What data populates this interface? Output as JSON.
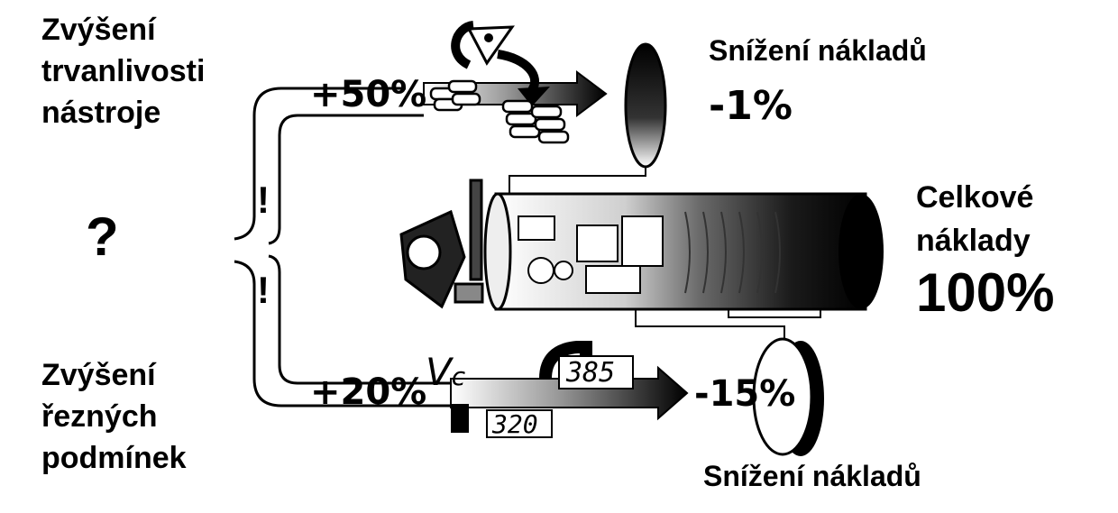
{
  "left": {
    "top_title": [
      "Zvýšení",
      "trvanlivosti",
      "nástroje"
    ],
    "bottom_title": [
      "Zvýšení",
      "řezných",
      "podmínek"
    ],
    "question_mark": "?",
    "exclamation_marks": [
      "!",
      "!"
    ]
  },
  "upper_branch": {
    "increase": "+50%",
    "result_title": "Snížení nákladů",
    "result_value": "-1%"
  },
  "lower_branch": {
    "increase": "+20%",
    "symbol_v": "V",
    "symbol_c": "c",
    "speed_old": "320",
    "speed_new": "385",
    "result_value": "-15%",
    "result_title": "Snížení nákladů"
  },
  "total": {
    "title": [
      "Celkové",
      "náklady"
    ],
    "value": "100%"
  },
  "colors": {
    "ink": "#000000",
    "paper": "#ffffff"
  }
}
